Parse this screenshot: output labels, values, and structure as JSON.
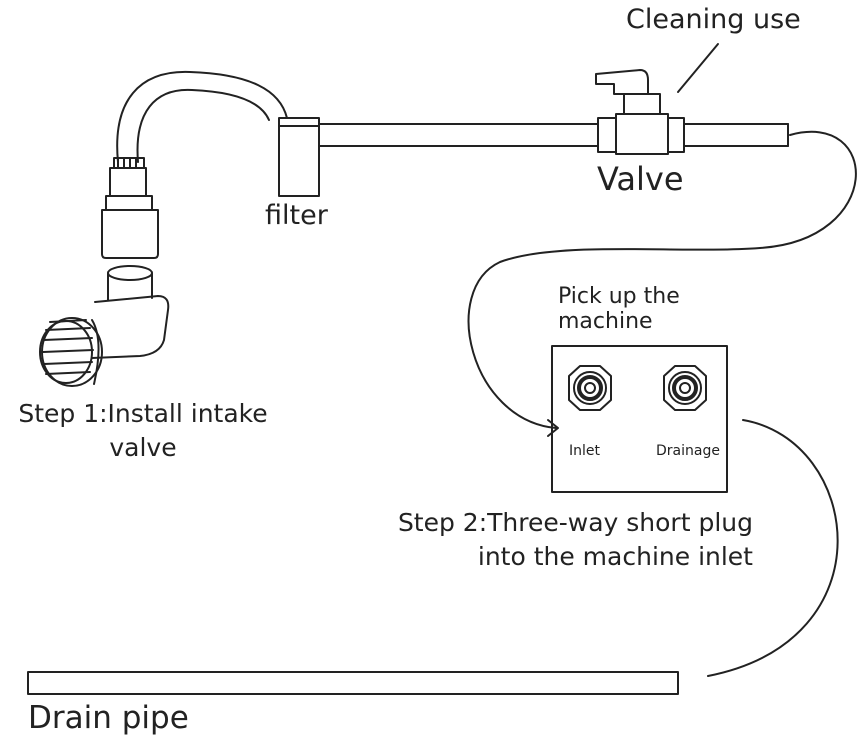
{
  "labels": {
    "cleaning_use": "Cleaning use",
    "valve": "Valve",
    "filter": "filter",
    "pick_up_line1": "Pick up the",
    "pick_up_line2": "machine",
    "step1_line1": "Step 1:Install intake",
    "step1_line2": "valve",
    "inlet": "Inlet",
    "drainage": "Drainage",
    "step2_line1": "Step 2:Three-way short plug",
    "step2_line2": "into the machine inlet",
    "drain_pipe": "Drain pipe"
  },
  "colors": {
    "stroke": "#222222",
    "background": "#ffffff"
  }
}
